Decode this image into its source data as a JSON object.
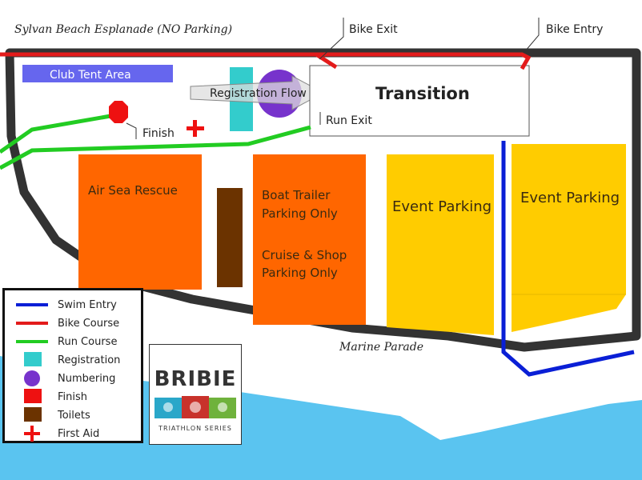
{
  "labels": {
    "esplanade": "Sylvan Beach Esplanade (NO Parking)",
    "bike_exit": "Bike Exit",
    "bike_entry": "Bike Entry",
    "club_tent": "Club Tent Area",
    "registration_flow": "Registration Flow",
    "transition": "Transition",
    "run_exit": "Run Exit",
    "finish": "Finish",
    "air_sea_rescue": "Air Sea Rescue",
    "boat_trailer_1": "Boat Trailer",
    "boat_trailer_2": "Parking Only",
    "cruise_shop_1": "Cruise & Shop",
    "cruise_shop_2": "Parking Only",
    "event_parking_1": "Event Parking",
    "event_parking_2": "Event Parking",
    "marine_parade": "Marine Parade"
  },
  "legend": {
    "items": [
      {
        "label": "Swim Entry",
        "kind": "line",
        "color": "#0a1fd6"
      },
      {
        "label": "Bike Course",
        "kind": "line",
        "color": "#e31b1b"
      },
      {
        "label": "Run Course",
        "kind": "line",
        "color": "#22cc22"
      },
      {
        "label": "Registration",
        "kind": "square",
        "color": "#33cccc"
      },
      {
        "label": "Numbering",
        "kind": "circle",
        "color": "#7733cc"
      },
      {
        "label": "Finish",
        "kind": "square",
        "color": "#ee1111"
      },
      {
        "label": "Toilets",
        "kind": "square",
        "color": "#6b3300"
      },
      {
        "label": "First Aid",
        "kind": "cross",
        "color": "#ee1111"
      }
    ]
  },
  "logo": {
    "word": "BRIBIE",
    "subtitle": "TRIATHLON SERIES"
  },
  "colors": {
    "water": "#5ac4f0",
    "road": "#333333",
    "swim": "#0a1fd6",
    "bike": "#e31b1b",
    "run": "#22cc22",
    "zone_orange": "#ff6600",
    "zone_yellow": "#ffcc00",
    "club_tent": "#6666ee",
    "registration": "#33cccc",
    "numbering": "#7733cc",
    "toilets": "#6b3300"
  }
}
